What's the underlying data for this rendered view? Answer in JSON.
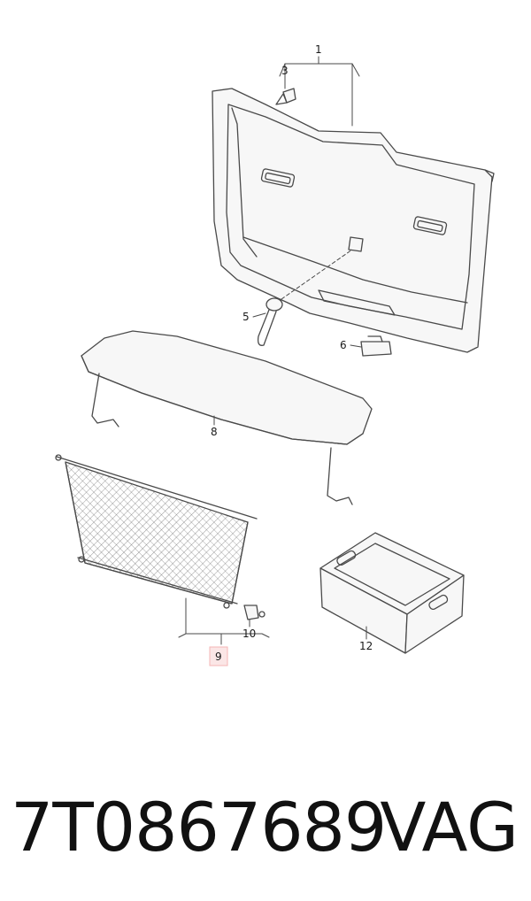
{
  "callouts": {
    "c1": "1",
    "c3": "3",
    "c5": "5",
    "c6": "6",
    "c8": "8",
    "c9": "9",
    "c10": "10",
    "c12": "12"
  },
  "footer": {
    "part_number": "7T0867689",
    "brand": "VAG"
  },
  "colors": {
    "line": "#4a4a4a",
    "fill": "#f7f7f7",
    "highlight": "#f4b6b6"
  }
}
